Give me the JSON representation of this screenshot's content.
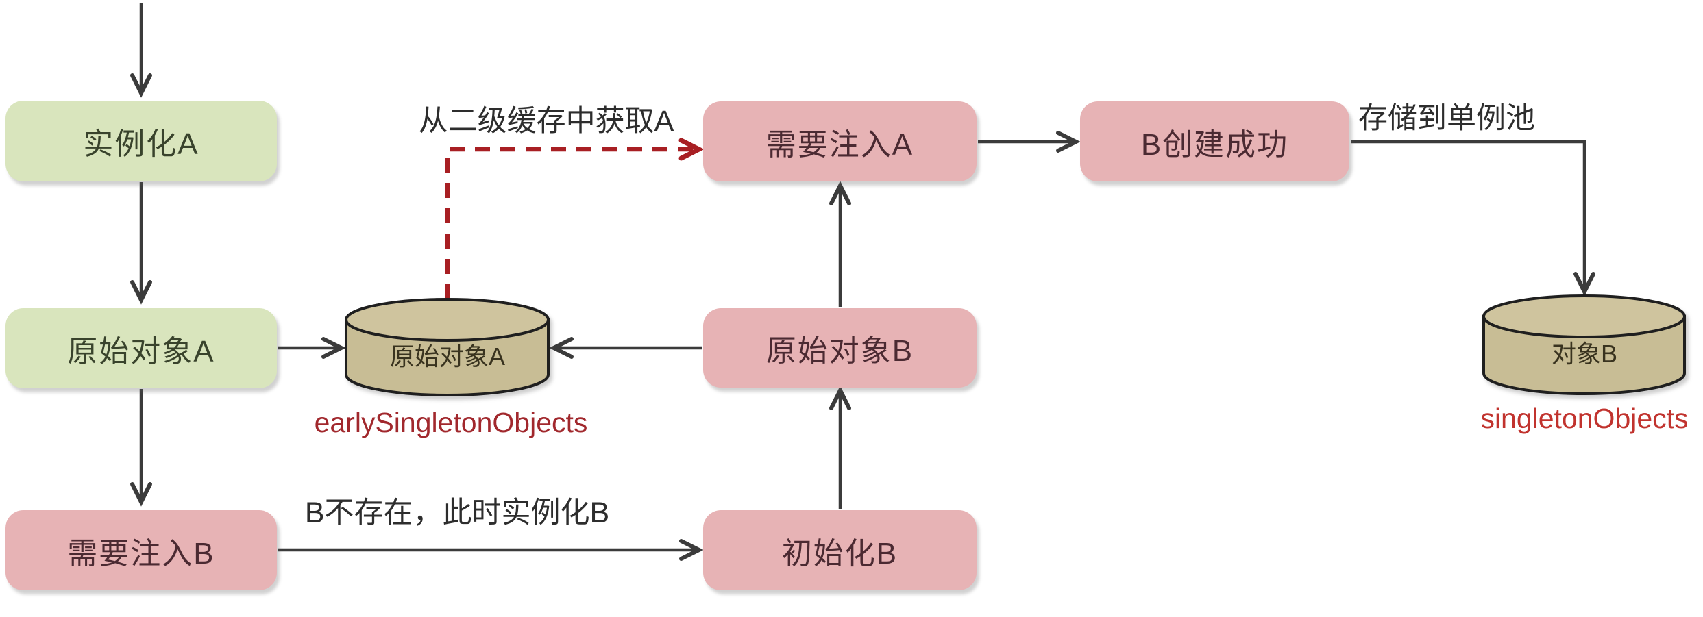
{
  "colors": {
    "background": "#ffffff",
    "green_node_fill": "#d9e5bd",
    "pink_node_fill": "#e7b3b5",
    "cylinder_fill": "#c8bd95",
    "cylinder_top_fill": "#cfc49e",
    "arrow": "#3b3b3b",
    "dashed_red_arrow": "#a81f23",
    "early_singleton_caption_color": "#a1282d",
    "singleton_caption_color": "#c1332e"
  },
  "nodes": {
    "instantiate_a": {
      "label": "实例化A"
    },
    "raw_object_a": {
      "label": "原始对象A"
    },
    "need_inject_b": {
      "label": "需要注入B"
    },
    "need_inject_a": {
      "label": "需要注入A"
    },
    "b_created": {
      "label": "B创建成功"
    },
    "raw_object_b": {
      "label": "原始对象B"
    },
    "init_b": {
      "label": "初始化B"
    }
  },
  "cylinders": {
    "early_singleton_objects": {
      "content": "原始对象A",
      "caption": "earlySingletonObjects"
    },
    "singleton_objects": {
      "content": "对象B",
      "caption": "singletonObjects"
    }
  },
  "edge_labels": {
    "get_from_l2_cache": "从二级缓存中获取A",
    "store_to_singleton_pool": "存储到单例池",
    "b_not_exist": "B不存在，此时实例化B"
  },
  "edges": [
    {
      "from": "start",
      "to": "instantiate_a",
      "style": "solid"
    },
    {
      "from": "instantiate_a",
      "to": "raw_object_a",
      "style": "solid"
    },
    {
      "from": "raw_object_a",
      "to": "need_inject_b",
      "style": "solid"
    },
    {
      "from": "raw_object_a",
      "to": "early_singleton_objects",
      "style": "solid"
    },
    {
      "from": "raw_object_b",
      "to": "early_singleton_objects",
      "style": "solid"
    },
    {
      "from": "need_inject_b",
      "to": "init_b",
      "style": "solid",
      "label": "B不存在，此时实例化B"
    },
    {
      "from": "init_b",
      "to": "raw_object_b",
      "style": "solid"
    },
    {
      "from": "raw_object_b",
      "to": "need_inject_a",
      "style": "solid"
    },
    {
      "from": "early_singleton_objects",
      "to": "need_inject_a",
      "style": "dashed-red",
      "label": "从二级缓存中获取A"
    },
    {
      "from": "need_inject_a",
      "to": "b_created",
      "style": "solid"
    },
    {
      "from": "b_created",
      "to": "singleton_objects",
      "style": "solid",
      "label": "存储到单例池"
    }
  ]
}
